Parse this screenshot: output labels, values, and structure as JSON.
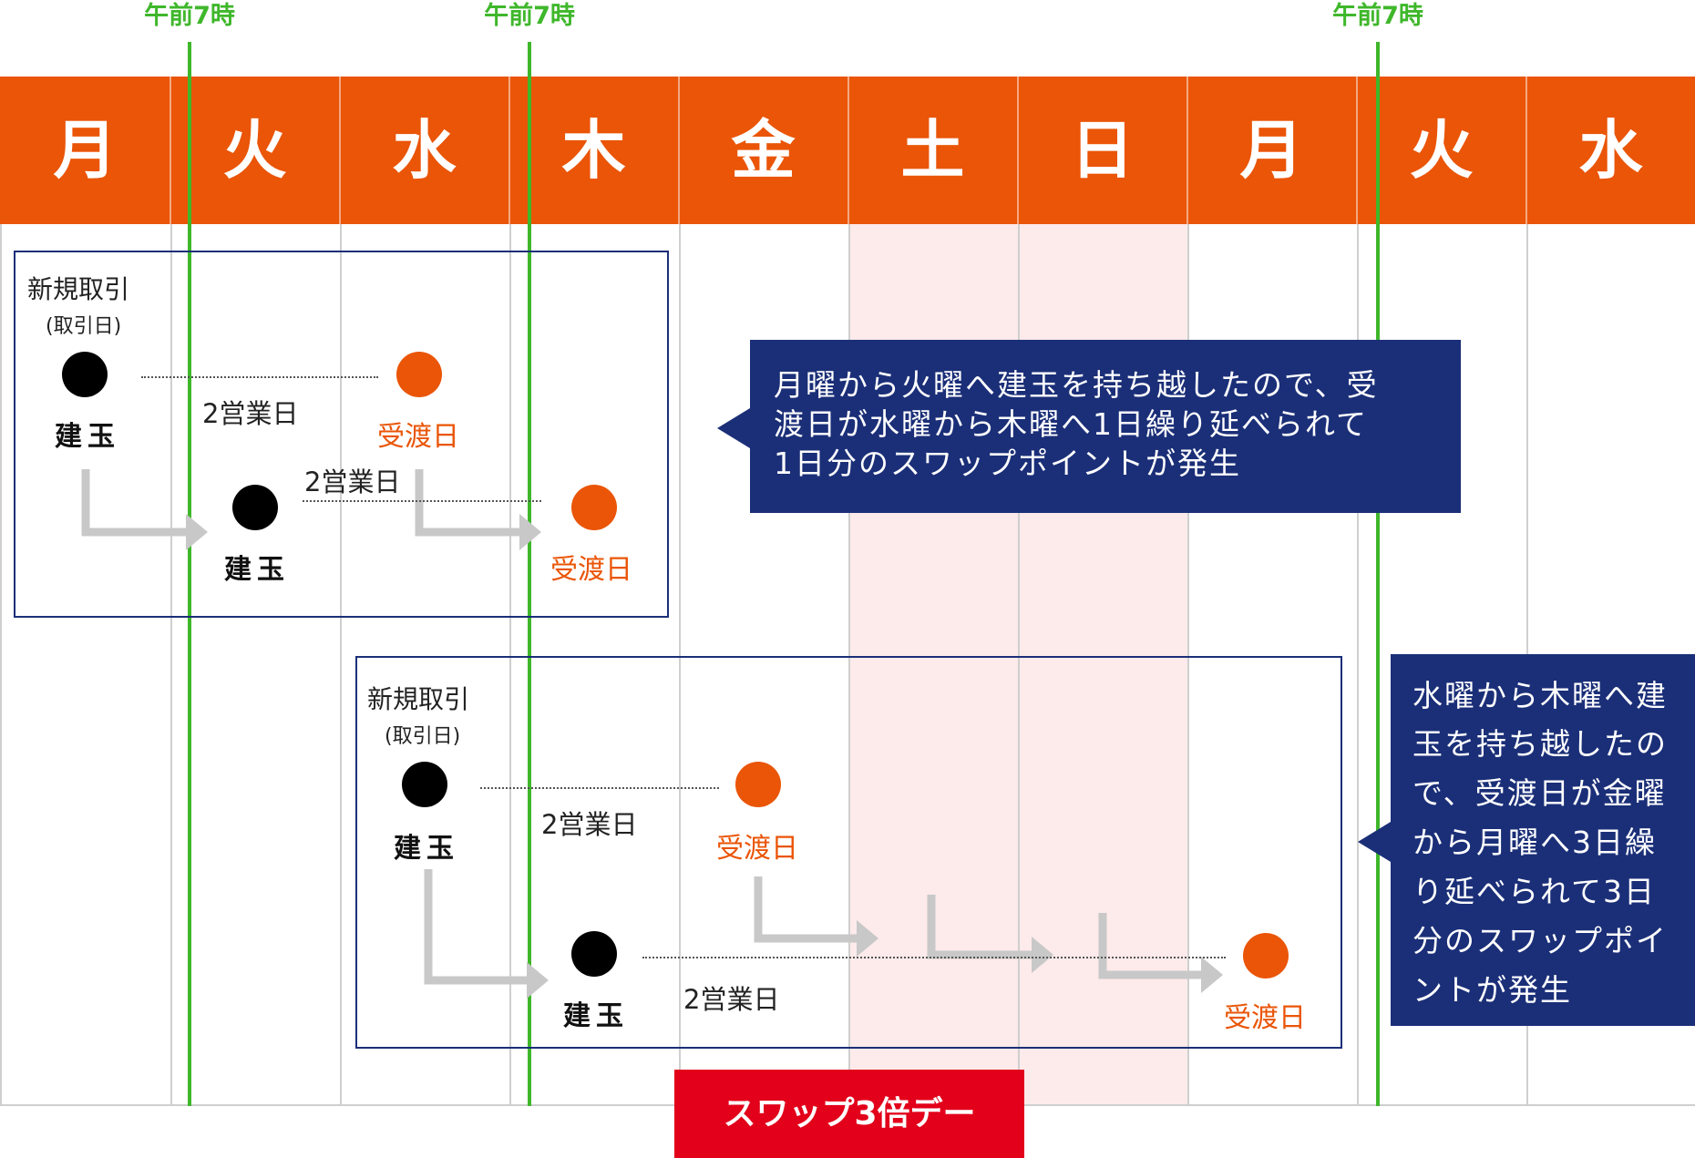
{
  "time_labels": [
    "午前7時",
    "午前7時",
    "午前7時"
  ],
  "days": [
    "月",
    "火",
    "水",
    "木",
    "金",
    "土",
    "日",
    "月",
    "火",
    "水"
  ],
  "weekend_days": [
    "土",
    "日"
  ],
  "colors": {
    "header": "#ea5507",
    "time_line": "#3fb72b",
    "navy": "#1b2f78",
    "orange": "#ea5507",
    "weekend_shade": "#fdeaea",
    "badge": "#e2001a",
    "arrow": "#c8c8c8"
  },
  "example1": {
    "new_trade": "新規取引",
    "trade_day": "(取引日)",
    "position": "建玉",
    "settlement": "受渡日",
    "business_days_1": "2営業日",
    "position_2": "建玉",
    "settlement_2": "受渡日",
    "business_days_2": "2営業日",
    "callout": [
      "月曜から火曜へ建玉を持ち越したので、受",
      "渡日が水曜から木曜へ1日繰り延べられて",
      "1日分のスワップポイントが発生"
    ]
  },
  "example2": {
    "new_trade": "新規取引",
    "trade_day": "(取引日)",
    "position": "建玉",
    "settlement": "受渡日",
    "business_days_1": "2営業日",
    "position_2": "建玉",
    "settlement_2": "受渡日",
    "business_days_2": "2営業日",
    "callout": [
      "水曜から木曜へ建",
      "玉を持ち越したの",
      "で、受渡日が金曜",
      "から月曜へ3日繰",
      "り延べられて3日",
      "分のスワップポイ",
      "ントが発生"
    ]
  },
  "badge": "スワップ3倍デー"
}
